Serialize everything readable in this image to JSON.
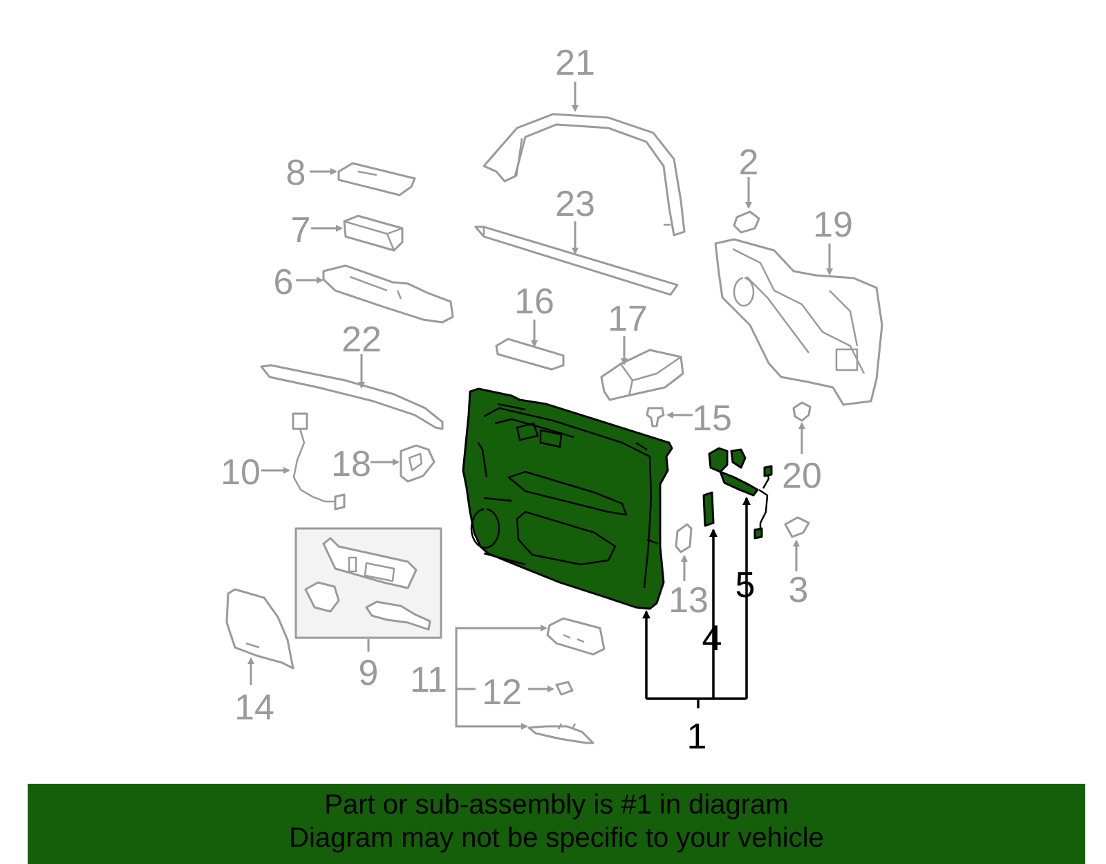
{
  "colors": {
    "highlight_part": "#155f0a",
    "banner_background": "#155f0a",
    "line_gray": "#9a9a9a",
    "line_black": "#000000"
  },
  "callouts": {
    "c1": "1",
    "c2": "2",
    "c3": "3",
    "c4": "4",
    "c5": "5",
    "c6": "6",
    "c7": "7",
    "c8": "8",
    "c9": "9",
    "c10": "10",
    "c11": "11",
    "c12": "12",
    "c13": "13",
    "c14": "14",
    "c15": "15",
    "c16": "16",
    "c17": "17",
    "c18": "18",
    "c19": "19",
    "c20": "20",
    "c21": "21",
    "c22": "22",
    "c23": "23"
  },
  "highlighted_callout": "1",
  "banner": {
    "line1": "Part or sub-assembly is #1 in diagram",
    "line2": "Diagram may not be specific to your vehicle"
  }
}
